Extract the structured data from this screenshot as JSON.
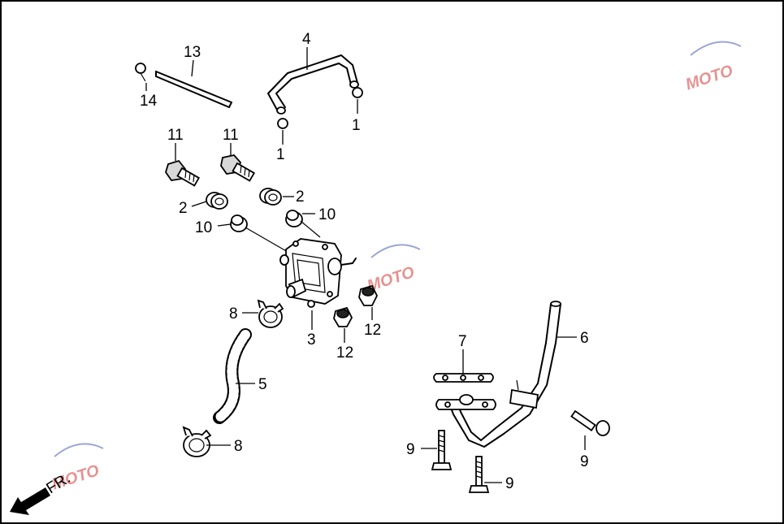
{
  "callouts": [
    {
      "id": "c13",
      "text": "13"
    },
    {
      "id": "c14",
      "text": "14"
    },
    {
      "id": "c4",
      "text": "4"
    },
    {
      "id": "c1a",
      "text": "1"
    },
    {
      "id": "c1b",
      "text": "1"
    },
    {
      "id": "c11a",
      "text": "11"
    },
    {
      "id": "c11b",
      "text": "11"
    },
    {
      "id": "c2a",
      "text": "2"
    },
    {
      "id": "c2b",
      "text": "2"
    },
    {
      "id": "c10a",
      "text": "10"
    },
    {
      "id": "c10b",
      "text": "10"
    },
    {
      "id": "c8a",
      "text": "8"
    },
    {
      "id": "c8b",
      "text": "8"
    },
    {
      "id": "c3",
      "text": "3"
    },
    {
      "id": "c12a",
      "text": "12"
    },
    {
      "id": "c12b",
      "text": "12"
    },
    {
      "id": "c5",
      "text": "5"
    },
    {
      "id": "c7",
      "text": "7"
    },
    {
      "id": "c6",
      "text": "6"
    },
    {
      "id": "c9a",
      "text": "9"
    },
    {
      "id": "c9b",
      "text": "9"
    },
    {
      "id": "c9c",
      "text": "9"
    }
  ],
  "direction": {
    "label": "FR."
  },
  "watermark": {
    "text": "MOTO"
  },
  "colors": {
    "line": "#000000",
    "background": "#ffffff",
    "watermark_red": "#d23a3a",
    "watermark_blue": "#4a5fb0"
  }
}
